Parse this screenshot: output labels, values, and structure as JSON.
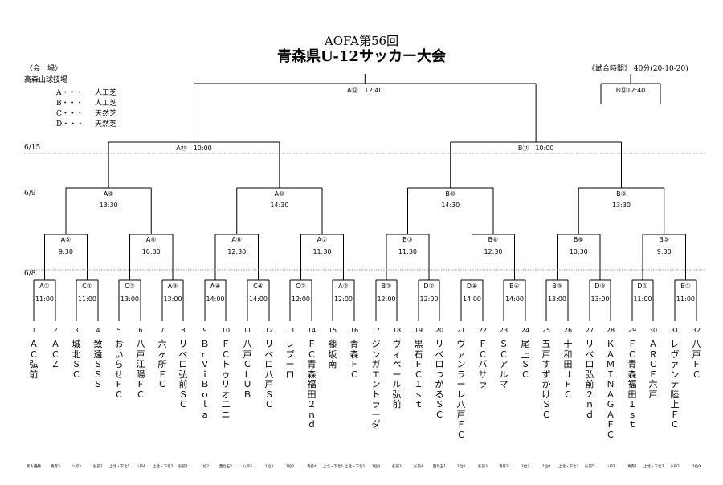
{
  "header": {
    "line1": "AOFA第56回",
    "line2": "青森県U-12サッカー大会"
  },
  "venue": {
    "heading": "〈会　場〉",
    "name": "高森山球技場",
    "fields": [
      {
        "code": "A・・・",
        "surface": "人工芝"
      },
      {
        "code": "B・・・",
        "surface": "人工芝"
      },
      {
        "code": "C・・・",
        "surface": "天然芝"
      },
      {
        "code": "D・・・",
        "surface": "天然芝"
      }
    ]
  },
  "match_time": "《試合時間》 40分(20-10-20)",
  "dates": [
    "6/15",
    "6/9",
    "6/8"
  ],
  "matches": {
    "final": {
      "label": "A⑫",
      "time": "12:40"
    },
    "third_place": {
      "label": "B⑫",
      "time": "12:40"
    },
    "semis": [
      {
        "label": "A⑪",
        "time": "10:00"
      },
      {
        "label": "B⑪",
        "time": "10:00"
      }
    ],
    "quarters": [
      {
        "label": "A⑨",
        "time": "13:30"
      },
      {
        "label": "A⑩",
        "time": "14:30"
      },
      {
        "label": "B⑩",
        "time": "14:30"
      },
      {
        "label": "B⑨",
        "time": "13:30"
      }
    ],
    "round2": [
      {
        "label": "A⑤",
        "time": "9:30"
      },
      {
        "label": "A⑥",
        "time": "10:30"
      },
      {
        "label": "A⑧",
        "time": "12:30"
      },
      {
        "label": "A⑦",
        "time": "11:30"
      },
      {
        "label": "B⑦",
        "time": "11:30"
      },
      {
        "label": "B⑧",
        "time": "12:30"
      },
      {
        "label": "B⑥",
        "time": "10:30"
      },
      {
        "label": "B⑤",
        "time": "9:30"
      }
    ],
    "round1": [
      {
        "label": "A①",
        "time": "11:00"
      },
      {
        "label": "C①",
        "time": "11:00"
      },
      {
        "label": "C③",
        "time": "13:00"
      },
      {
        "label": "A③",
        "time": "13:00"
      },
      {
        "label": "A④",
        "time": "14:00"
      },
      {
        "label": "C④",
        "time": "14:00"
      },
      {
        "label": "C②",
        "time": "12:00"
      },
      {
        "label": "A②",
        "time": "12:00"
      },
      {
        "label": "B②",
        "time": "12:00"
      },
      {
        "label": "D②",
        "time": "12:00"
      },
      {
        "label": "D④",
        "time": "14:00"
      },
      {
        "label": "B④",
        "time": "14:00"
      },
      {
        "label": "B③",
        "time": "13:00"
      },
      {
        "label": "D③",
        "time": "13:00"
      },
      {
        "label": "D①",
        "time": "11:00"
      },
      {
        "label": "B①",
        "time": "11:00"
      }
    ]
  },
  "teams": [
    {
      "no": "1",
      "name": "ＡＣ弘前",
      "region": "新人優勝"
    },
    {
      "no": "2",
      "name": "ＡＣＺ",
      "region": "青森3"
    },
    {
      "no": "3",
      "name": "城北ＳＣ",
      "region": "八戸3"
    },
    {
      "no": "4",
      "name": "致遠ＳＳＳ",
      "region": "弘前1"
    },
    {
      "no": "5",
      "name": "おいらせＦＣ",
      "region": "上北・下北1"
    },
    {
      "no": "6",
      "name": "八戸江陽ＦＣ",
      "region": "八戸4"
    },
    {
      "no": "7",
      "name": "六ヶ所ＦＣ",
      "region": "上北・下北2"
    },
    {
      "no": "8",
      "name": "リベロ弘前ＳＣ",
      "region": "弘前1"
    },
    {
      "no": "9",
      "name": "Ｂｒ．ＶｉＢｏｌａ",
      "region": "1位2"
    },
    {
      "no": "10",
      "name": "ＦＣトゥリオ二ニ",
      "region": "西北五2"
    },
    {
      "no": "11",
      "name": "八戸ＣＬＵＢ",
      "region": "八戸3"
    },
    {
      "no": "12",
      "name": "リベロ八戸ＳＣ",
      "region": "1位3"
    },
    {
      "no": "13",
      "name": "レプーロ",
      "region": "1位2"
    },
    {
      "no": "14",
      "name": "ＦＣ青森福田２ｎｄ",
      "region": "青森4"
    },
    {
      "no": "15",
      "name": "藤坂南",
      "region": "上北・下北1"
    },
    {
      "no": "16",
      "name": "青森ＦＣ",
      "region": "上北・下北1"
    },
    {
      "no": "17",
      "name": "ジンガエントラーダ",
      "region": "1位3"
    },
    {
      "no": "18",
      "name": "ヴィペール弘前",
      "region": "弘前2"
    },
    {
      "no": "19",
      "name": "黒石ＦＣ１ｓｔ",
      "region": "弘前4"
    },
    {
      "no": "20",
      "name": "リベロつがるＳＣ",
      "region": "西北五1"
    },
    {
      "no": "21",
      "name": "ヴァンラーレ八戸ＦＣ",
      "region": "1位8"
    },
    {
      "no": "22",
      "name": "ＦＣバサラ",
      "region": "弘前3"
    },
    {
      "no": "23",
      "name": "ＳＣアルマ",
      "region": "青森2"
    },
    {
      "no": "24",
      "name": "尾上ＳＣ",
      "region": "1位7"
    },
    {
      "no": "25",
      "name": "五戸すずかけＳＣ",
      "region": "1位8"
    },
    {
      "no": "26",
      "name": "十和田ＪＦＣ",
      "region": "上北・下北3"
    },
    {
      "no": "27",
      "name": "リベロ弘前２ｎｄ",
      "region": "弘前5"
    },
    {
      "no": "28",
      "name": "ＫＡＭＩＮＡＧＡ　ＦＣ",
      "region": "八戸1"
    },
    {
      "no": "29",
      "name": "ＦＣ青森福田１ｓｔ",
      "region": "青森1"
    },
    {
      "no": "30",
      "name": "ＡＲＣＥ六戸",
      "region": "上北・下北3"
    },
    {
      "no": "31",
      "name": "レヴァンテ陸上ＦＣ",
      "region": "八戸2"
    },
    {
      "no": "32",
      "name": "八戸ＦＣ",
      "region": "1位9"
    }
  ]
}
